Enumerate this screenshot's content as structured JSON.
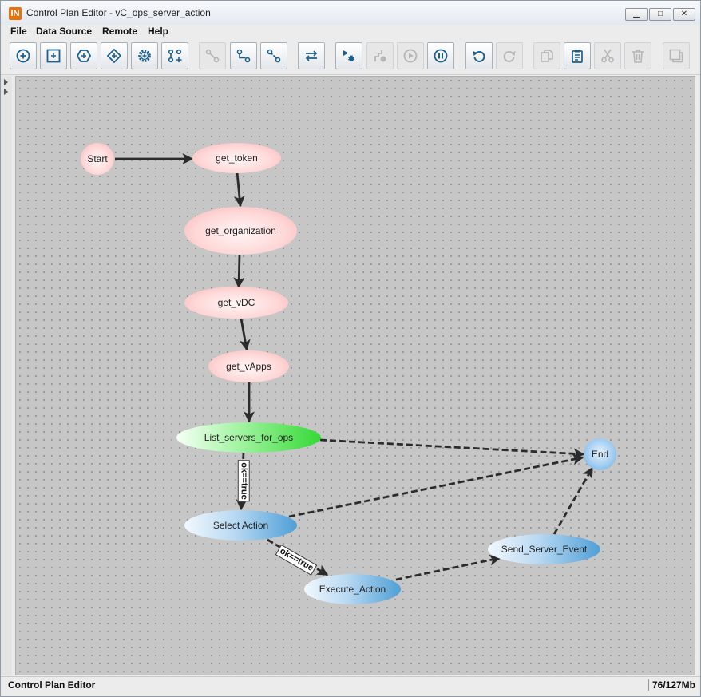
{
  "window": {
    "title": "Control Plan Editor - vC_ops_server_action",
    "app_icon": "IN",
    "controls": [
      "minimize-icon",
      "maximize-icon",
      "close-icon"
    ]
  },
  "menu": [
    "File",
    "Data Source",
    "Remote",
    "Help"
  ],
  "toolbar": {
    "buttons": [
      {
        "icon": "add-start-node-icon",
        "enabled": true
      },
      {
        "icon": "add-action-node-icon",
        "enabled": true
      },
      {
        "icon": "add-hexagon-node-icon",
        "enabled": true
      },
      {
        "icon": "add-decision-node-icon",
        "enabled": true
      },
      {
        "icon": "add-gear-node-icon",
        "enabled": true
      },
      {
        "icon": "add-branch-icon",
        "enabled": true
      },
      {
        "icon": "connect-icon",
        "enabled": false
      },
      {
        "icon": "connect-condition-icon",
        "enabled": true
      },
      {
        "icon": "connect-dashed-icon",
        "enabled": true
      },
      {
        "icon": "swap-icon",
        "enabled": true
      },
      {
        "icon": "debug-run-icon",
        "enabled": true
      },
      {
        "icon": "step-icon",
        "enabled": false
      },
      {
        "icon": "play-icon",
        "enabled": false
      },
      {
        "icon": "pause-icon",
        "enabled": true
      },
      {
        "icon": "undo-icon",
        "enabled": true
      },
      {
        "icon": "redo-icon",
        "enabled": false
      },
      {
        "icon": "copy-icon",
        "enabled": false
      },
      {
        "icon": "paste-icon",
        "enabled": true
      },
      {
        "icon": "cut-icon",
        "enabled": false
      },
      {
        "icon": "delete-icon",
        "enabled": false
      },
      {
        "icon": "window-icon",
        "enabled": false
      }
    ]
  },
  "nodes": {
    "start": "Start",
    "get_token": "get_token",
    "get_organization": "get_organization",
    "get_vdc": "get_vDC",
    "get_vapps": "get_vApps",
    "list_servers": "List_servers_for_ops",
    "end": "End",
    "select_action": "Select Action",
    "execute_action": "Execute_Action",
    "send_server_event": "Send_Server_Event"
  },
  "edge_labels": {
    "list_to_select": "ok==true",
    "select_to_execute": "ok==true"
  },
  "status": {
    "left": "Control Plan Editor",
    "memory": "76/127Mb"
  },
  "colors": {
    "pink_node": "#f7b3b3",
    "green_node": "#35d935",
    "blue_node": "#4f9fd6",
    "canvas": "#c6c6c6",
    "toolbar_icon": "#1b5f8c"
  }
}
